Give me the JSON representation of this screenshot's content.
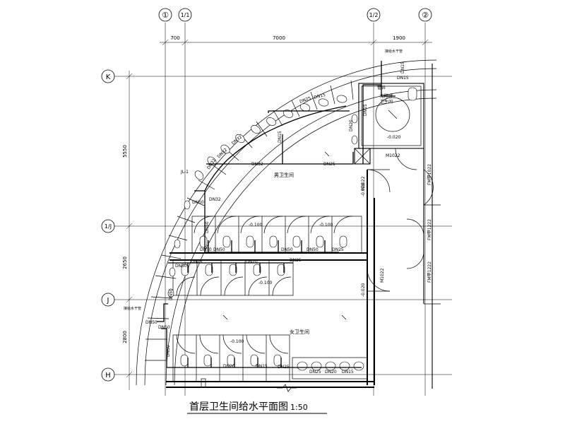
{
  "title": "首层卫生间给水平面图",
  "scale": "1:50",
  "axes": {
    "vertical": [
      "①",
      "1/1",
      "1/2",
      "②"
    ],
    "horizontal": [
      "K",
      "1/J",
      "J",
      "H"
    ]
  },
  "dims": {
    "top": [
      "700",
      "7000",
      "1900"
    ],
    "left": [
      "5550",
      "2650",
      "2800"
    ]
  },
  "rooms": {
    "mens": "男卫生间",
    "womens": "女卫生间",
    "accessible_line1": "无障碍",
    "accessible_line2": "卫生间",
    "shaft": "管井"
  },
  "doors": {
    "m1022_a": "M1022",
    "m1022_b": "M1022",
    "m1022_c": "M1022",
    "fm_a": "FM甲1022",
    "fm_b": "FM甲1222",
    "fm_c": "FM甲1222"
  },
  "levels": {
    "a": "-0.020",
    "b": "-0.020",
    "c": "-0.020",
    "d": "-0.100",
    "e": "-0.100",
    "f": "-0.100",
    "g": "-0.100"
  },
  "riser": "JL-1",
  "notes": {
    "main_pipe_a": "接给水干管",
    "main_pipe_b": "接给水干管"
  },
  "pipes": {
    "a": "DN50",
    "b": "DN50",
    "c": "DN50",
    "d": "DN50",
    "e": "DN50",
    "f": "DN50",
    "g": "DN50",
    "h": "DN50",
    "i": "DN50",
    "j": "DN50",
    "k": "DN50",
    "l": "DN32",
    "m": "DN32",
    "n": "DN32",
    "o": "DN25",
    "p": "DN25",
    "q": "DN25",
    "r": "DN25",
    "s": "DN25",
    "t": "DN20",
    "u": "DN15",
    "v": "DN15",
    "w": "DN15",
    "x": "DN15",
    "y": "DN20",
    "z": "DN20",
    "aa": "DN15",
    "ab": "DN20",
    "ac": "DN15",
    "ad": "DN25",
    "ae": "DN15",
    "af": "DN25",
    "ag": "DN32",
    "ah": "DN32"
  },
  "chart_data": {
    "type": "floor-plan",
    "title": "首层卫生间给水平面图 1:50"
  }
}
